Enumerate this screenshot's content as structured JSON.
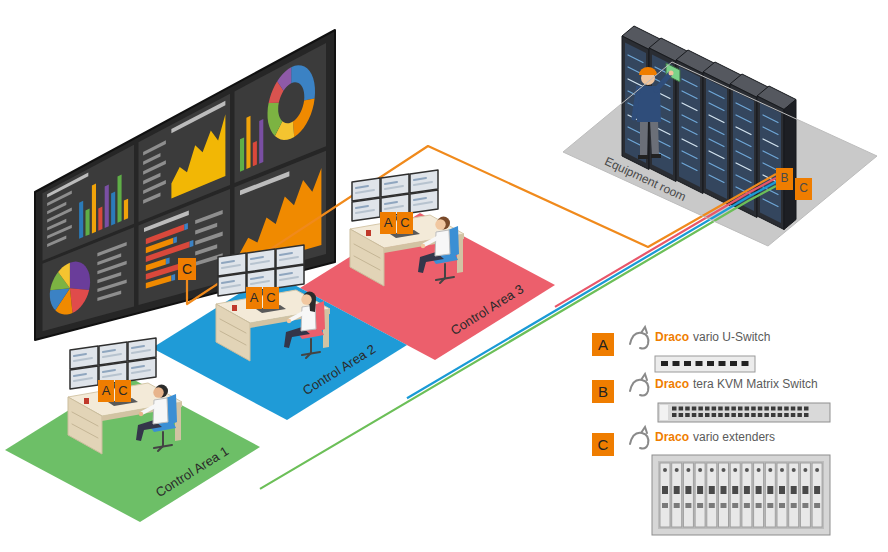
{
  "diagram": {
    "nodes": [
      {
        "text": [
          "C"
        ]
      },
      {
        "text": [
          "Equipment room"
        ]
      },
      {
        "text": [
          "B"
        ],
        "in": 1
      },
      {
        "text": [
          "C"
        ],
        "in": 1
      },
      {
        "text": [
          "Control Area 3"
        ]
      },
      {
        "text": [
          "A"
        ],
        "in": 4
      },
      {
        "text": [
          "C"
        ],
        "in": 4
      },
      {
        "text": [
          "Control Area 2"
        ]
      },
      {
        "text": [
          "A"
        ],
        "in": 7
      },
      {
        "text": [
          "C"
        ],
        "in": 7
      },
      {
        "text": [
          "Control Area 1"
        ]
      },
      {
        "text": [
          "A"
        ],
        "in": 10
      },
      {
        "text": [
          "C"
        ],
        "in": 10
      },
      {
        "text": [
          "A"
        ]
      },
      {
        "text": [
          "B"
        ]
      },
      {
        "text": [
          "C"
        ]
      }
    ],
    "edges": [
      {
        "from": 2,
        "to": 0,
        "arrow": "none"
      },
      {
        "from": 2,
        "to": 4,
        "arrow": "none"
      },
      {
        "from": 2,
        "to": 7,
        "arrow": "none"
      },
      {
        "from": 2,
        "to": 10,
        "arrow": "none"
      }
    ],
    "labels": [
      "Draco",
      "vario U-Switch",
      "Draco",
      "tera KVM Matrix Switch",
      "Draco",
      "vario extenders"
    ]
  }
}
